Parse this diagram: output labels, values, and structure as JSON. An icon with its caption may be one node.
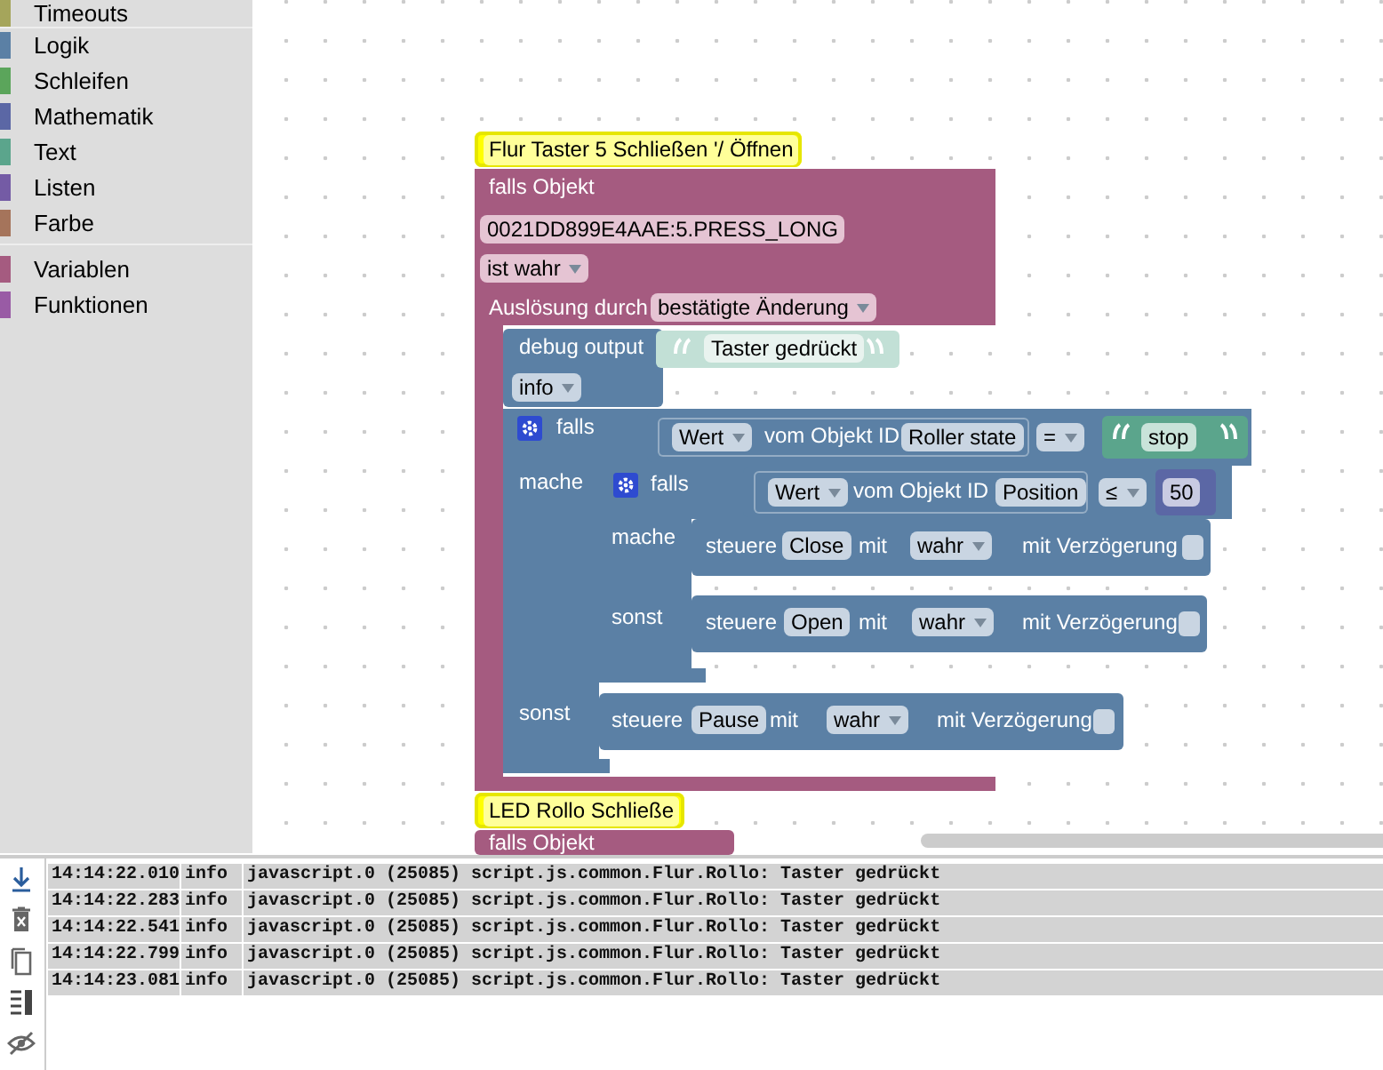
{
  "diagram": {
    "nodes": [
      {
        "text": [
          "Flur Taster 5 Schließen '/ Öffnen"
        ]
      },
      {
        "text": [
          "falls Objekt",
          "Auslösung durch"
        ]
      },
      {
        "text": [
          "0021DD899E4AAE:5.PRESS_LONG"
        ],
        "in": 1
      },
      {
        "text": [
          "ist wahr"
        ],
        "in": 1
      },
      {
        "text": [
          "bestätigte Änderung"
        ],
        "in": 1
      },
      {
        "text": [
          "debug output"
        ],
        "in": 1
      },
      {
        "text": [
          "Taster gedrückt"
        ]
      },
      {
        "text": [
          "info"
        ],
        "in": 5
      },
      {
        "text": [
          "falls",
          "mache",
          "sonst"
        ]
      },
      {
        "text": [
          "="
        ],
        "in": 8
      },
      {
        "text": [
          "vom Objekt ID"
        ],
        "in": 9
      },
      {
        "text": [
          "Wert"
        ],
        "in": 10
      },
      {
        "text": [
          "Roller state"
        ],
        "in": 10
      },
      {
        "text": [
          "stop"
        ],
        "in": 9
      },
      {
        "text": [
          "falls",
          "mache",
          "sonst"
        ],
        "in": 8
      },
      {
        "text": [
          "≤"
        ],
        "in": 14
      },
      {
        "text": [
          "vom Objekt ID"
        ],
        "in": 15
      },
      {
        "text": [
          "Wert"
        ],
        "in": 16
      },
      {
        "text": [
          "Position"
        ],
        "in": 16
      },
      {
        "text": [
          "50"
        ],
        "in": 15
      },
      {
        "text": [
          "steuere",
          "mit",
          "mit Verzögerung"
        ],
        "in": 14
      },
      {
        "text": [
          "Close"
        ],
        "in": 20
      },
      {
        "text": [
          "wahr"
        ],
        "in": 20
      },
      {
        "text": [
          "steuere",
          "mit",
          "mit Verzögerung"
        ],
        "in": 14
      },
      {
        "text": [
          "Open"
        ],
        "in": 23
      },
      {
        "text": [
          "wahr"
        ],
        "in": 23
      },
      {
        "text": [
          "steuere",
          "mit",
          "mit Verzögerung"
        ],
        "in": 8
      },
      {
        "text": [
          "Pause"
        ],
        "in": 26
      },
      {
        "text": [
          "wahr"
        ],
        "in": 26
      },
      {
        "text": [
          "LED Rollo Schließe"
        ]
      },
      {
        "text": [
          "falls Objekt"
        ]
      }
    ],
    "labels": [
      "Timeouts",
      "Logik",
      "Schleifen",
      "Mathematik",
      "Text",
      "Listen",
      "Farbe",
      "Variablen",
      "Funktionen",
      "14:14:22.010",
      "info",
      "javascript.0 (25085) script.js.common.Flur.Rollo: Taster gedrückt",
      "14:14:22.283",
      "info",
      "javascript.0 (25085) script.js.common.Flur.Rollo: Taster gedrückt",
      "14:14:22.541",
      "info",
      "javascript.0 (25085) script.js.common.Flur.Rollo: Taster gedrückt",
      "14:14:22.799",
      "info",
      "javascript.0 (25085) script.js.common.Flur.Rollo: Taster gedrückt",
      "14:14:23.081",
      "info",
      "javascript.0 (25085) script.js.common.Flur.Rollo: Taster gedrückt"
    ]
  }
}
